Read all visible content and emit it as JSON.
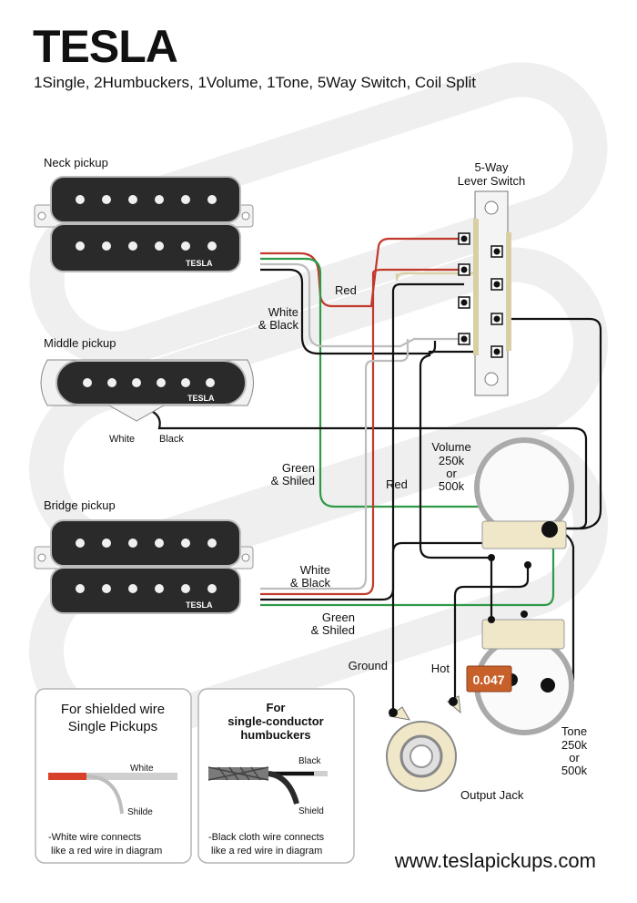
{
  "brand": {
    "logo_text": "TESLA"
  },
  "subtitle": "1Single, 2Humbuckers, 1Volume, 1Tone, 5Way Switch, Coil Split",
  "pickups": {
    "neck": {
      "label": "Neck pickup",
      "badge": "TESLA"
    },
    "middle": {
      "label": "Middle pickup",
      "badge": "TESLA",
      "wire_white": "White",
      "wire_black": "Black"
    },
    "bridge": {
      "label": "Bridge pickup",
      "badge": "TESLA"
    }
  },
  "switch": {
    "label_line1": "5-Way",
    "label_line2": "Lever Switch"
  },
  "wire_labels": {
    "red_top": "Red",
    "white_black_neck_1": "White",
    "white_black_neck_2": "& Black",
    "green_shield_1_a": "Green",
    "green_shield_1_b": "& Shiled",
    "red_mid": "Red",
    "white_black_bridge_1": "White",
    "white_black_bridge_2": "& Black",
    "green_shield_2_a": "Green",
    "green_shield_2_b": "& Shiled",
    "ground": "Ground",
    "hot": "Hot"
  },
  "volume_pot": {
    "line1": "Volume",
    "line2": "250k",
    "line3": "or",
    "line4": "500k"
  },
  "tone_pot": {
    "line1": "Tone",
    "line2": "250k",
    "line3": "or",
    "line4": "500k"
  },
  "capacitor": {
    "value": "0.047",
    "color": "#c8602a"
  },
  "output_jack": {
    "label": "Output Jack"
  },
  "legend_single": {
    "title_1": "For shielded wire",
    "title_2": "Single Pickups",
    "wire_white": "White",
    "wire_shield": "Shilde",
    "note_1": "-White wire connects",
    "note_2": "like a red wire in diagram"
  },
  "legend_humbucker": {
    "title_1": "For",
    "title_2": "single-conductor",
    "title_3": "humbuckers",
    "wire_black": "Black",
    "wire_shield": "Shield",
    "note_1": "-Black cloth wire connects",
    "note_2": "like a red wire in diagram"
  },
  "website": "www.teslapickups.com",
  "colors": {
    "red_wire": "#c0392b",
    "green_wire": "#2e9a48",
    "white_wire": "#bdbdbd",
    "black_wire": "#111111",
    "yellow_wire": "#d8cfa4"
  }
}
